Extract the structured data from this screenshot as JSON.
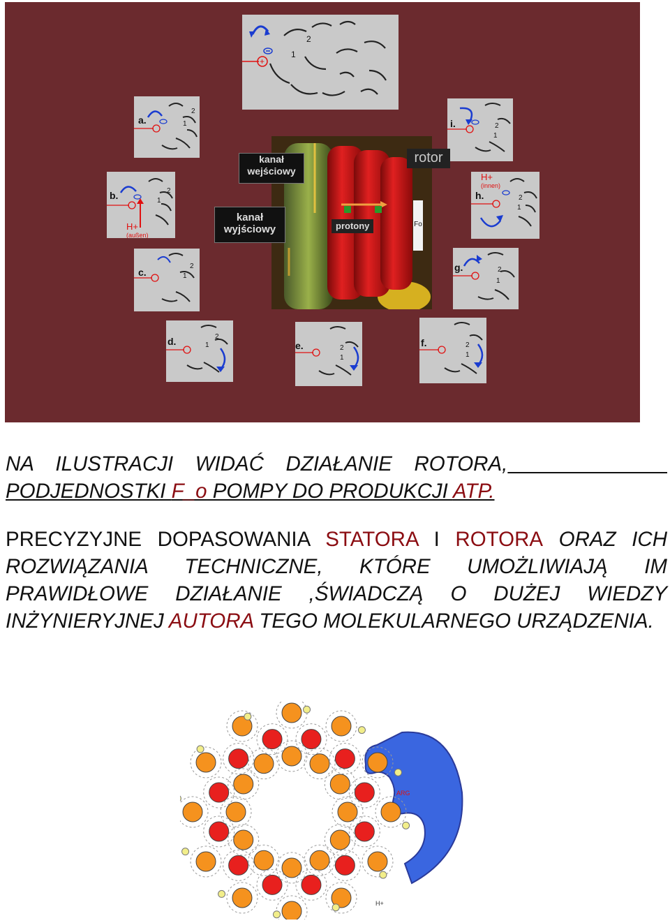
{
  "figure_top": {
    "panels": [
      {
        "id": "top",
        "label": "",
        "num1": "1",
        "num2": "2"
      },
      {
        "id": "a",
        "label": "a.",
        "num1": "1",
        "num2": "2"
      },
      {
        "id": "b",
        "label": "b.",
        "num1": "1",
        "num2": "2"
      },
      {
        "id": "c",
        "label": "c.",
        "num1": "1",
        "num2": "2"
      },
      {
        "id": "d",
        "label": "d.",
        "num1": "1",
        "num2": "2"
      },
      {
        "id": "e",
        "label": "e.",
        "num1": "1",
        "num2": "2"
      },
      {
        "id": "f",
        "label": "f.",
        "num1": "1",
        "num2": "2"
      },
      {
        "id": "g",
        "label": "g.",
        "num1": "1",
        "num2": "2"
      },
      {
        "id": "h",
        "label": "h.",
        "num1": "1",
        "num2": "2"
      },
      {
        "id": "i",
        "label": "i.",
        "num1": "1",
        "num2": "2"
      }
    ],
    "h_outside": {
      "symbol": "H+",
      "sub": "(außen)"
    },
    "h_inside": {
      "symbol": "H+",
      "sub": "(innen)"
    },
    "center_labels": {
      "kanal_wejsciowy": [
        "kanał",
        "wejściowy"
      ],
      "kanal_wyjsciowy": [
        "kanał",
        "wyjściowy"
      ],
      "rotor": "rotor",
      "protony": "protony",
      "fo": "Fo"
    }
  },
  "text": {
    "para1": {
      "line1": "NA ILUSTRACJI WIDAĆ DZIAŁANIE ROTORA,",
      "line2_a": "PODJEDNOSTKI ",
      "line2_hl1": "F_o",
      "line2_b": " POMPY DO PRODUKCJI ",
      "line2_hl2": "ATP.",
      "line2_c": " "
    },
    "para2": {
      "s1": "PRECYZYJNE DOPASOWANIA ",
      "hl1": "STATORA",
      "s2": " I ",
      "hl2": "ROTORA",
      "s3": " ORAZ ICH ROZWIĄZANIA TECHNICZNE, KTÓRE UMOŻLIWIAJĄ IM PRAWIDŁOWE DZIAŁANIE ,ŚWIADCZĄ O DUŻEJ WIEDZY INŻYNIERYJNEJ ",
      "hl3": "AUTORA",
      "s4": " TEGO MOLEKULARNEGO URZĄDZENIA."
    }
  },
  "figure_bottom": {
    "arg_label": "ARG",
    "h_label": "H+",
    "colors": {
      "red": "#e8201e",
      "orange": "#f5921e",
      "yellow": "#f2ee8a",
      "stator": "#3a66e0"
    }
  }
}
